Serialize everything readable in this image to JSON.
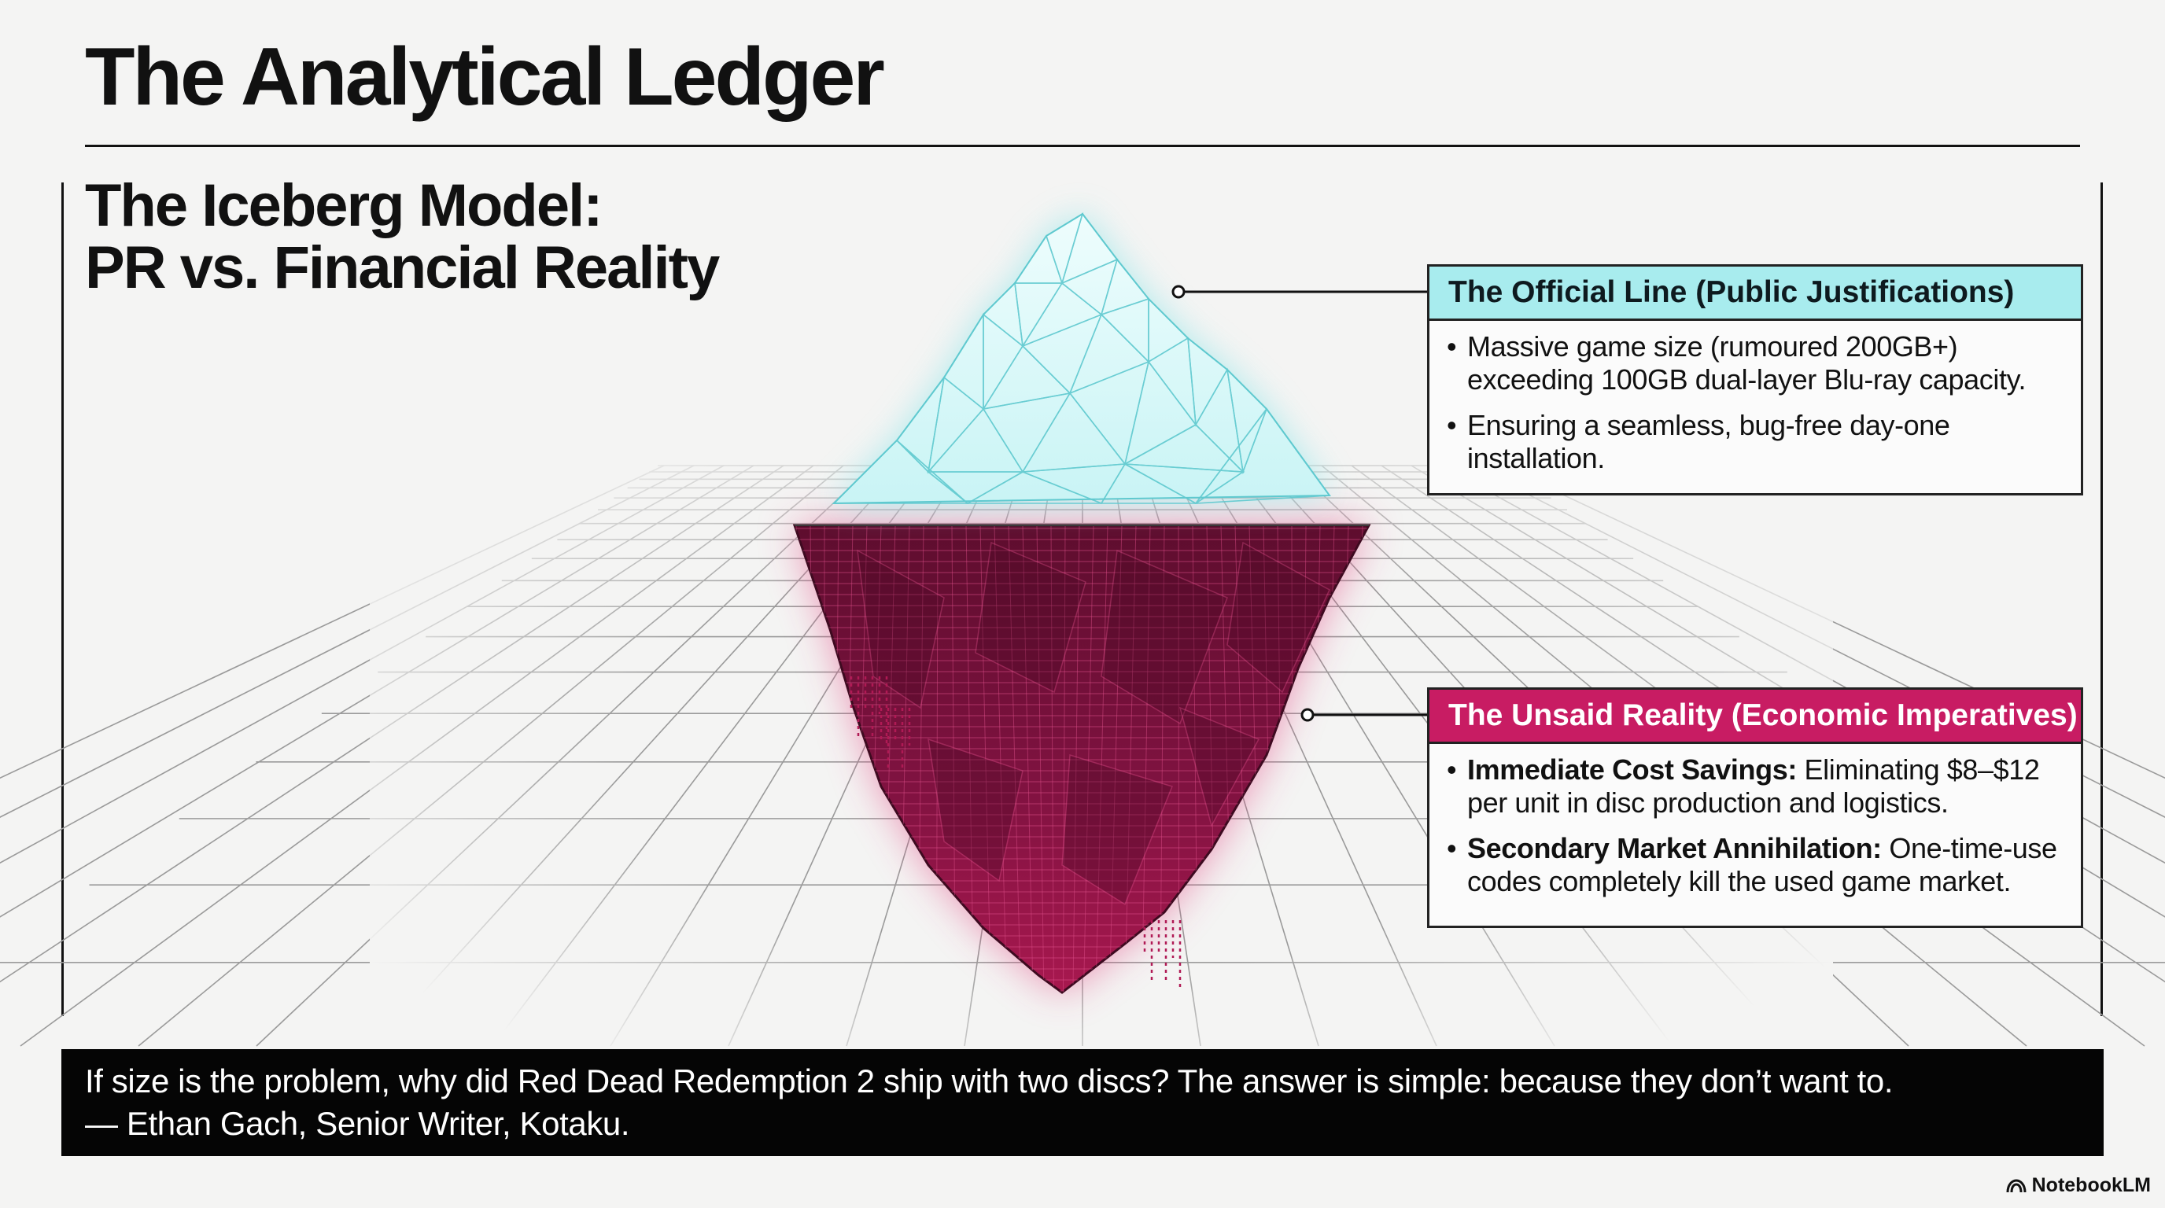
{
  "header": {
    "title": "The Analytical Ledger"
  },
  "slide": {
    "subtitle_line1": "The Iceberg Model:",
    "subtitle_line2": "PR vs. Financial Reality"
  },
  "callouts": {
    "official": {
      "heading": "The Official Line (Public Justifications)",
      "color": "#a8ecee",
      "items": [
        {
          "text": "Massive game size (rumoured 200GB+) exceeding 100GB dual-layer Blu-ray capacity."
        },
        {
          "text": "Ensuring a seamless, bug-free day-one installation."
        }
      ]
    },
    "unsaid": {
      "heading": "The Unsaid Reality (Economic Imperatives)",
      "color": "#c81c63",
      "items": [
        {
          "lead": "Immediate Cost Savings:",
          "text": " Eliminating $8–$12 per unit in disc production and logistics."
        },
        {
          "lead": "Secondary Market Annihilation:",
          "text": " One-time-use codes completely kill the used game market."
        }
      ]
    }
  },
  "quote": {
    "text": "If size is the problem, why did Red Dead Redemption 2 ship with two discs? The answer is simple: because they don’t want to.",
    "attribution": "— Ethan Gach, Senior Writer, Kotaku."
  },
  "branding": {
    "label": "NotebookLM",
    "icon": "notebooklm-logo-icon"
  },
  "colors": {
    "tip": "#a8ecee",
    "underwater": "#c81c63",
    "ink": "#111111"
  }
}
